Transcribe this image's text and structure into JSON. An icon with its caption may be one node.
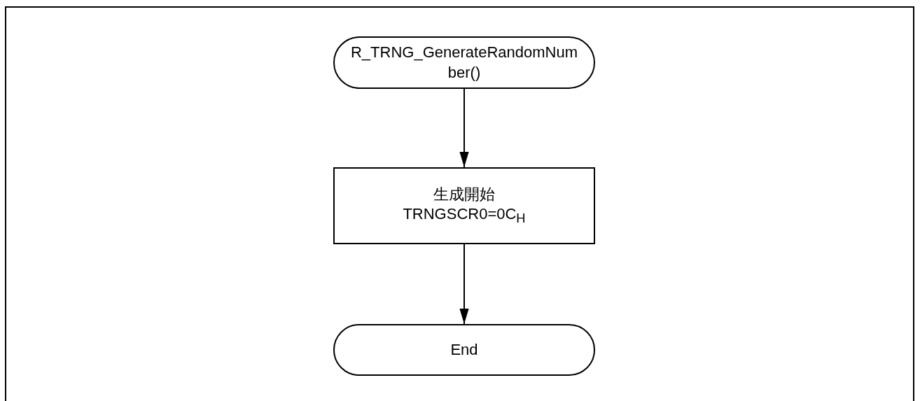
{
  "diagram": {
    "nodes": [
      {
        "text": [
          "R_TRNG_GenerateRandomNumber()"
        ]
      },
      {
        "text": [
          "生成開始",
          "TRNGSCR0=0C$_{H}$"
        ]
      },
      {
        "text": [
          "End"
        ]
      }
    ],
    "edges": [
      {
        "from": 0,
        "to": 1,
        "arrow": "to"
      },
      {
        "from": 1,
        "to": 2,
        "arrow": "to"
      }
    ]
  }
}
